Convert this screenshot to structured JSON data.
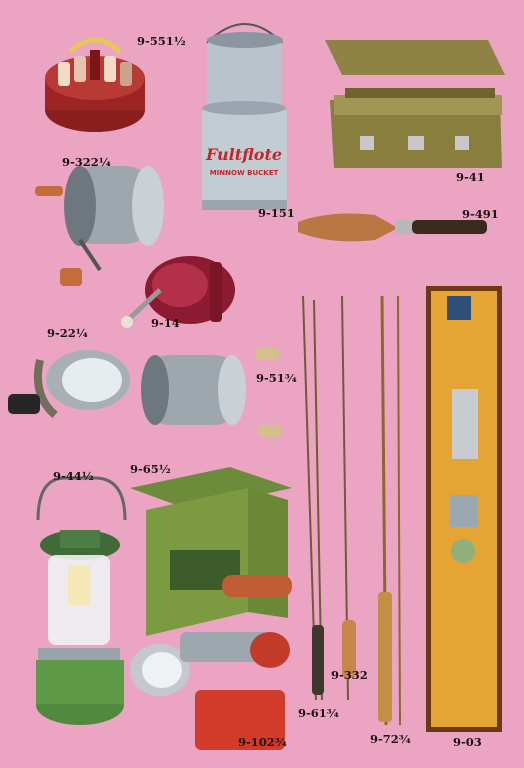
{
  "catalog": {
    "items": [
      {
        "key": "chip-rack",
        "number": "9-551½"
      },
      {
        "key": "minnow-bucket",
        "number": "9-151",
        "brand_text": "Fultflote",
        "sub_text": "MINNOW BUCKET"
      },
      {
        "key": "tackle-box",
        "number": "9-41"
      },
      {
        "key": "casting-reel",
        "number": "9-322¼"
      },
      {
        "key": "hunting-knife",
        "number": "9-491"
      },
      {
        "key": "spinning-reel",
        "number": "9-14"
      },
      {
        "key": "headlamp",
        "number": "9-22¼"
      },
      {
        "key": "bait-reel",
        "number": "9-51¾"
      },
      {
        "key": "lantern",
        "number": "9-44½"
      },
      {
        "key": "camp-stove",
        "number": "9-65½"
      },
      {
        "key": "rod-a",
        "number": "9-61¾"
      },
      {
        "key": "rod-b",
        "number": "9-332"
      },
      {
        "key": "rod-c",
        "number": "9-72¾"
      },
      {
        "key": "fly-kit",
        "number": "9-03"
      },
      {
        "key": "spotlight",
        "number": "9-102¾"
      }
    ]
  },
  "colors": {
    "background": "#eba5c3",
    "label": "#1a1010"
  }
}
